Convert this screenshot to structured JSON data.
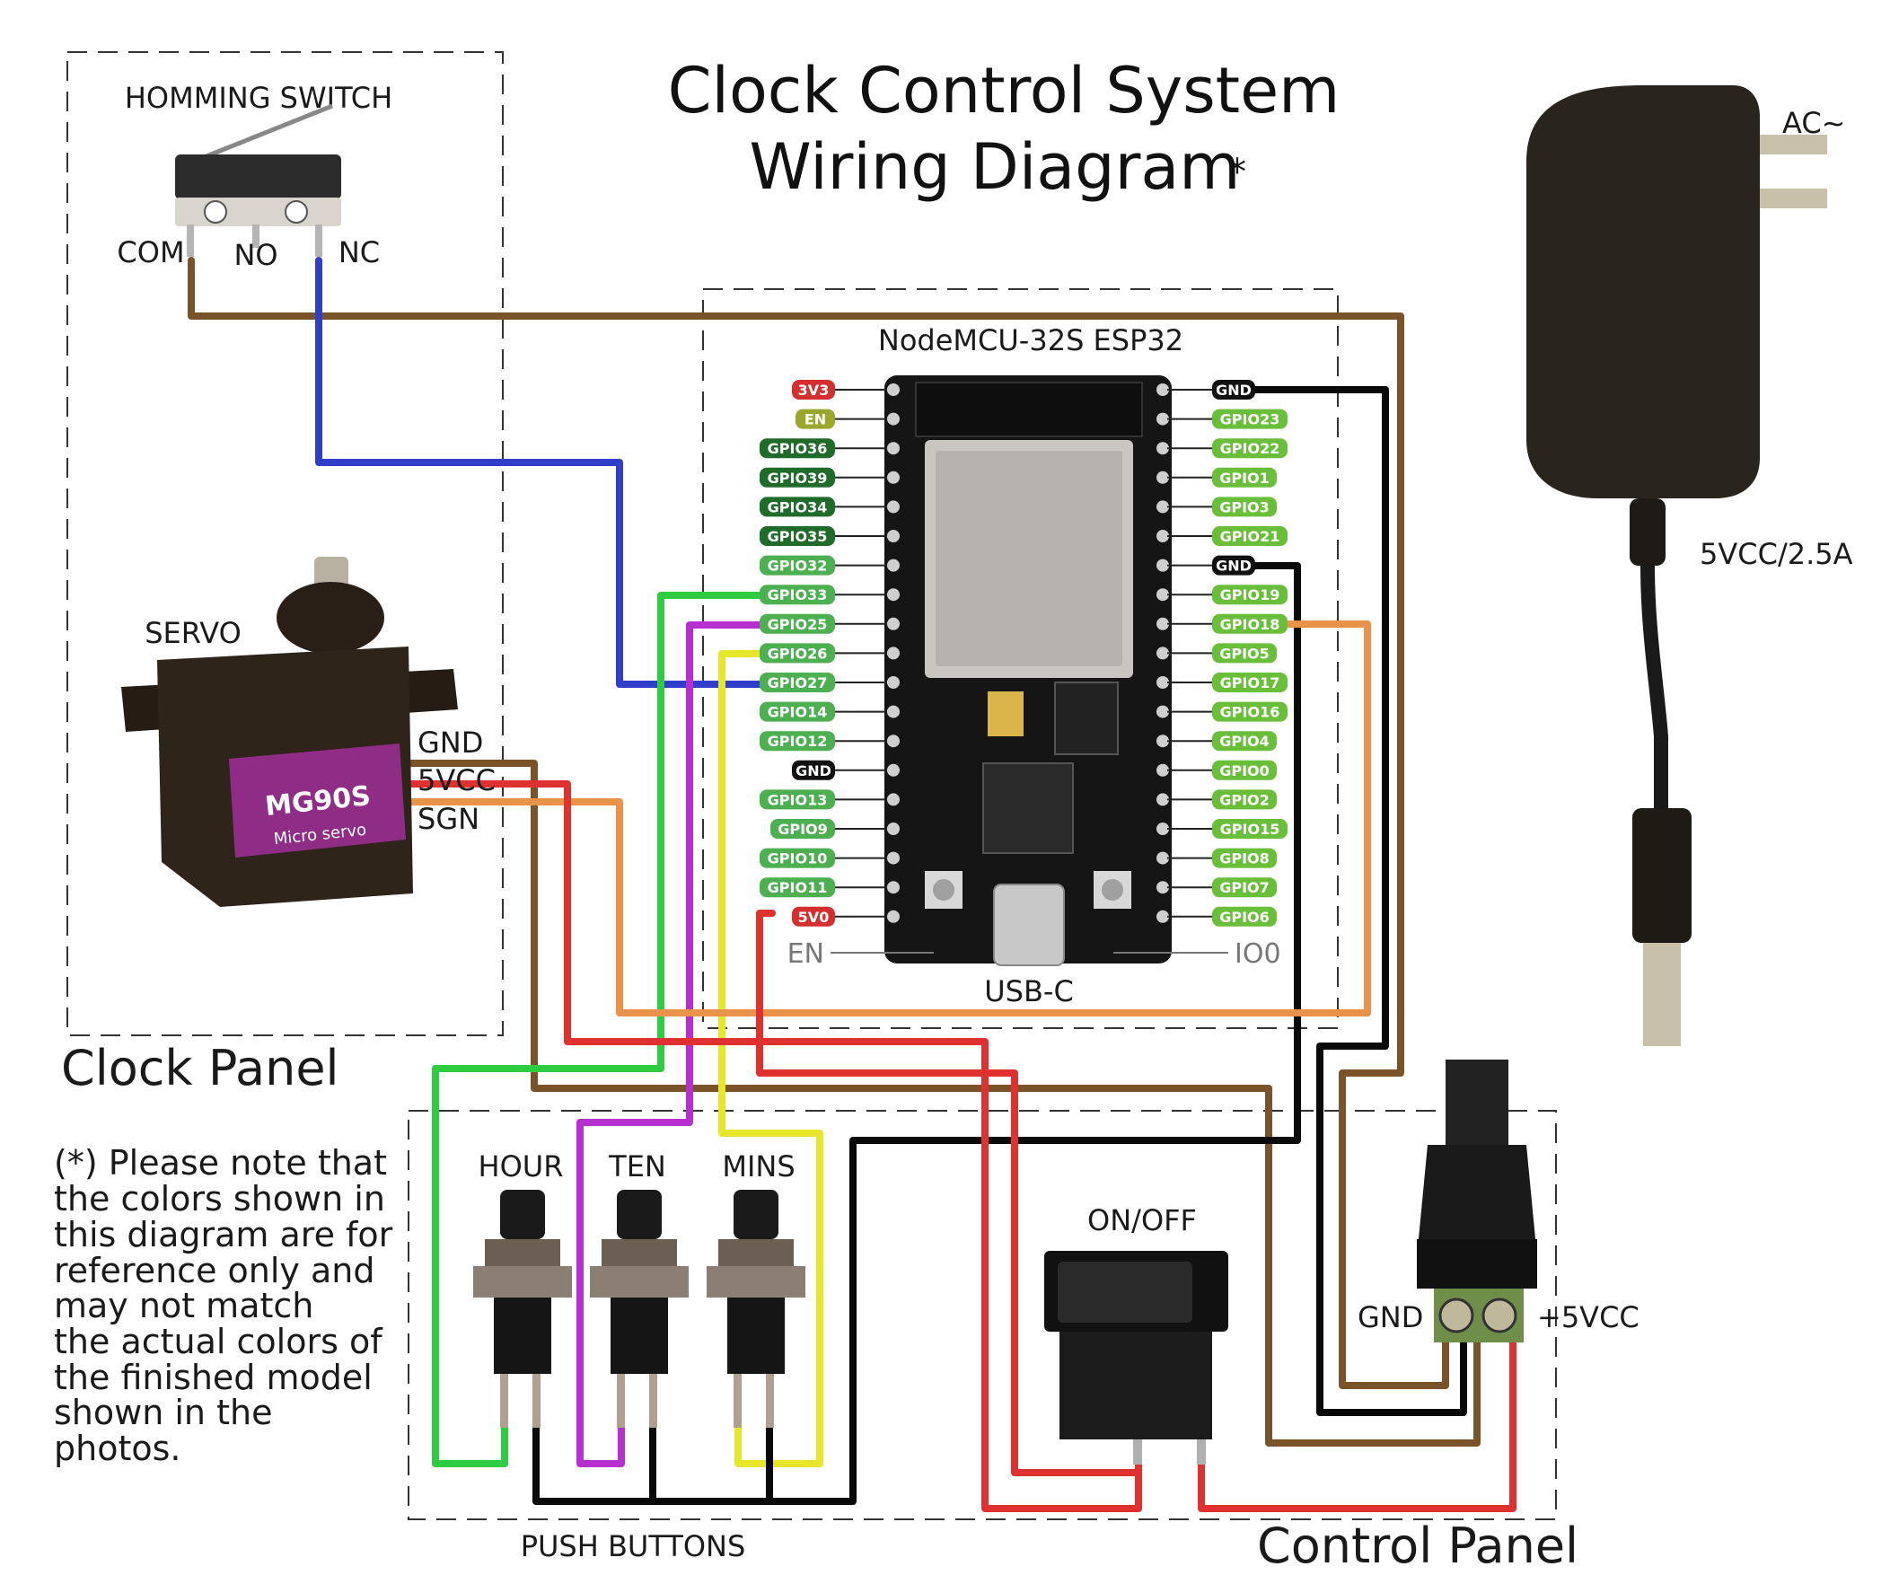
{
  "title": {
    "line1": "Clock Control System",
    "line2": "Wiring Diagram",
    "asterisk": "*"
  },
  "clock_panel": {
    "label": "Clock Panel",
    "homing_switch": {
      "label": "HOMMING SWITCH",
      "terminals": [
        "COM",
        "NO",
        "NC"
      ]
    },
    "servo": {
      "label": "SERVO",
      "model": "MG90S",
      "subtitle": "Micro servo",
      "pins": [
        "GND",
        "5VCC",
        "SGN"
      ]
    }
  },
  "board": {
    "label": "NodeMCU-32S ESP32",
    "left_pins": [
      {
        "name": "3V3",
        "color": "#d32f2f"
      },
      {
        "name": "EN",
        "color": "#9aa62c"
      },
      {
        "name": "GPIO36",
        "color": "#1f6b2a"
      },
      {
        "name": "GPIO39",
        "color": "#1f6b2a"
      },
      {
        "name": "GPIO34",
        "color": "#1f6b2a"
      },
      {
        "name": "GPIO35",
        "color": "#1f6b2a"
      },
      {
        "name": "GPIO32",
        "color": "#4caf50"
      },
      {
        "name": "GPIO33",
        "color": "#4caf50"
      },
      {
        "name": "GPIO25",
        "color": "#4caf50"
      },
      {
        "name": "GPIO26",
        "color": "#4caf50"
      },
      {
        "name": "GPIO27",
        "color": "#4caf50"
      },
      {
        "name": "GPIO14",
        "color": "#4caf50"
      },
      {
        "name": "GPIO12",
        "color": "#4caf50"
      },
      {
        "name": "GND",
        "color": "#111111"
      },
      {
        "name": "GPIO13",
        "color": "#4caf50"
      },
      {
        "name": "GPIO9",
        "color": "#4caf50"
      },
      {
        "name": "GPIO10",
        "color": "#4caf50"
      },
      {
        "name": "GPIO11",
        "color": "#4caf50"
      },
      {
        "name": "5V0",
        "color": "#d32f2f"
      }
    ],
    "right_pins": [
      {
        "name": "GND",
        "color": "#111111"
      },
      {
        "name": "GPIO23",
        "color": "#6abf3a"
      },
      {
        "name": "GPIO22",
        "color": "#6abf3a"
      },
      {
        "name": "GPIO1",
        "color": "#6abf3a"
      },
      {
        "name": "GPIO3",
        "color": "#6abf3a"
      },
      {
        "name": "GPIO21",
        "color": "#6abf3a"
      },
      {
        "name": "GND",
        "color": "#111111"
      },
      {
        "name": "GPIO19",
        "color": "#6abf3a"
      },
      {
        "name": "GPIO18",
        "color": "#6abf3a"
      },
      {
        "name": "GPIO5",
        "color": "#6abf3a"
      },
      {
        "name": "GPIO17",
        "color": "#6abf3a"
      },
      {
        "name": "GPIO16",
        "color": "#6abf3a"
      },
      {
        "name": "GPIO4",
        "color": "#6abf3a"
      },
      {
        "name": "GPIO0",
        "color": "#6abf3a"
      },
      {
        "name": "GPIO2",
        "color": "#6abf3a"
      },
      {
        "name": "GPIO15",
        "color": "#6abf3a"
      },
      {
        "name": "GPIO8",
        "color": "#6abf3a"
      },
      {
        "name": "GPIO7",
        "color": "#6abf3a"
      },
      {
        "name": "GPIO6",
        "color": "#6abf3a"
      }
    ],
    "bottom_left": "EN",
    "bottom_right": "IO0",
    "usb": "USB-C"
  },
  "power_adapter": {
    "input": "AC~",
    "output": "5VCC/2.5A"
  },
  "push_buttons": {
    "label": "PUSH BUTTONS",
    "buttons": [
      "HOUR",
      "TEN",
      "MINS"
    ]
  },
  "control_panel": {
    "label": "Control Panel",
    "switch": "ON/OFF",
    "jack_gnd": "GND",
    "jack_vcc": "+5VCC"
  },
  "note": [
    "(*) Please note that",
    "the colors shown in",
    "this diagram are for",
    "reference only and",
    "may not match",
    "the actual colors of",
    "the finished model",
    "shown in the",
    "photos."
  ],
  "wire_colors": {
    "brown": "#7a5428",
    "blue": "#2f3fc9",
    "green": "#2ecc40",
    "purple": "#b82fd0",
    "yellow": "#e6e62a",
    "red": "#e03131",
    "orange": "#e8924a",
    "black": "#0a0a0a"
  }
}
